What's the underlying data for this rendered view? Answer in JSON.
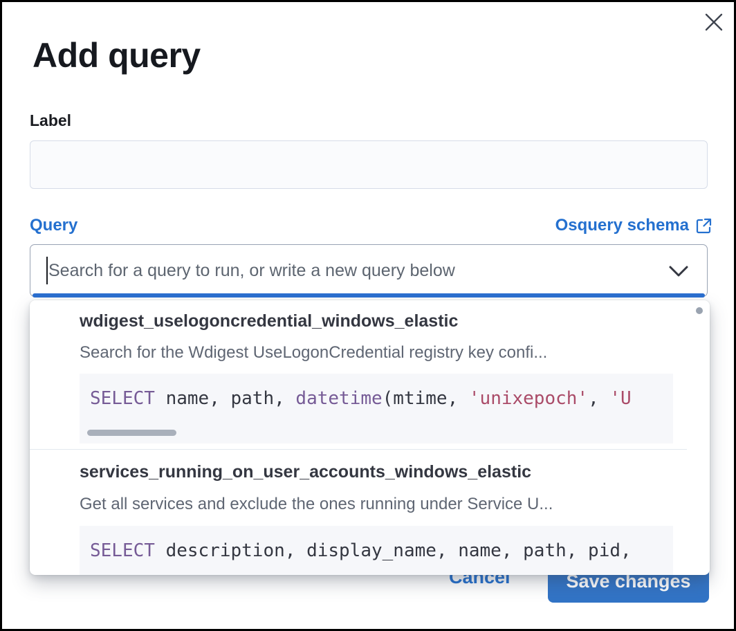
{
  "modal": {
    "title": "Add query"
  },
  "icons": {
    "close": "✕",
    "chevron_down": "⌄",
    "external_link": "↗",
    "vertical_scrollbar_thumb": "•",
    "horizontal_scrollbar_thumb": "—"
  },
  "form": {
    "label_field": {
      "label": "Label",
      "value": ""
    },
    "query_field": {
      "label": "Query",
      "schema_link_label": "Osquery schema",
      "placeholder": "Search for a query to run, or write a new query below",
      "value": ""
    }
  },
  "dropdown": {
    "options": [
      {
        "title": "wdigest_uselogoncredential_windows_elastic",
        "description": "Search for the Wdigest UseLogonCredential registry key confi...",
        "code": [
          {
            "type": "keyword",
            "text": "SELECT"
          },
          {
            "type": "plain",
            "text": " name, path, "
          },
          {
            "type": "keyword",
            "text": "datetime"
          },
          {
            "type": "plain",
            "text": "(mtime, "
          },
          {
            "type": "string",
            "text": "'unixepoch'"
          },
          {
            "type": "plain",
            "text": ", "
          },
          {
            "type": "string",
            "text": "'U"
          }
        ]
      },
      {
        "title": "services_running_on_user_accounts_windows_elastic",
        "description": "Get all services and exclude the ones running under Service U...",
        "code": [
          {
            "type": "keyword",
            "text": "SELECT"
          },
          {
            "type": "plain",
            "text": " description, display_name, name, path, pid,"
          }
        ]
      }
    ]
  },
  "footer": {
    "cancel_label": "Cancel",
    "save_label": "Save changes"
  },
  "colors": {
    "link_blue": "#2470cf",
    "focus_bar_blue": "#2b6fd0",
    "save_button_blue": "#3274c6",
    "title_text": "#16191f",
    "option_title_text": "#343741",
    "subdued_text": "#5f6673",
    "code_background": "#f6f7fa",
    "code_keyword": "#765b96",
    "code_string": "#aa4b68"
  }
}
